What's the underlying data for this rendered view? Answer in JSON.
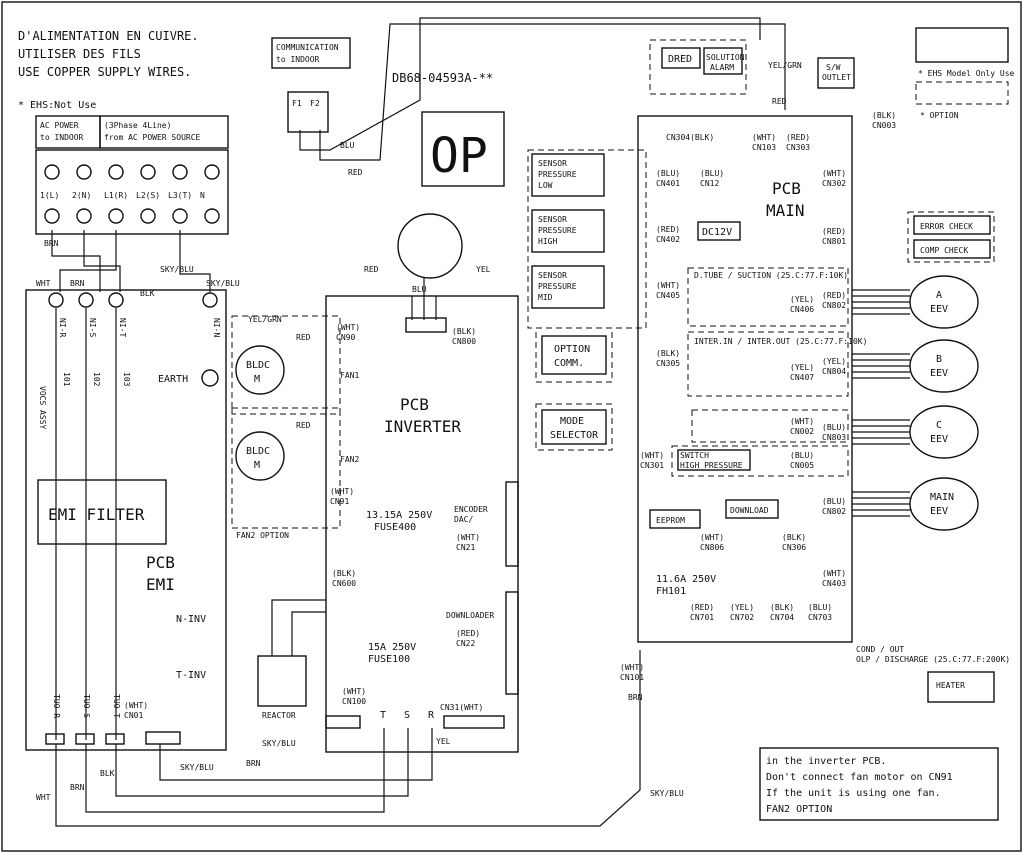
{
  "top_notes": {
    "line1": "D'ALIMENTATION EN CUIVRE.",
    "line2": "UTILISER DES FILS",
    "line3": "USE COPPER SUPPLY WIRES."
  },
  "ehs_not_use": "* EHS:Not Use",
  "part_number": "DB68-04593A-**",
  "ac_power_indoor": "AC POWER\nto INDOOR",
  "ac_power_source": "(3Phase 4Line)\nfrom AC POWER SOURCE",
  "terminals": [
    "1(L)",
    "2(N)",
    "L1(R)",
    "L2(S)",
    "L3(T)",
    "N"
  ],
  "communication": "COMMUNICATION\nto INDOOR",
  "comm_pins": [
    "F1",
    "F2"
  ],
  "inverter_pcb": "PCB\nINVERTER",
  "main_pcb": "PCB\nMAIN",
  "emi_pcb": "PCB\nEMI",
  "emi_filter": "EMI FILTER",
  "fuse_labels": [
    "FUSE400\n13.15A 250V",
    "FUSE100\n15A 250V",
    "FH101\n11.6A 250V"
  ],
  "main_connectors": {
    "cn304": "CN304(BLK)",
    "cn103": "(WHT)\nCN103",
    "cn303": "(RED)\nCN303",
    "cn003": "(BLK)\nCN003",
    "cn302": "(WHT)\nCN302",
    "cn801": "(RED)\nCN801",
    "cn802": "(RED)\nCN802",
    "cn804": "(YEL)\nCN804",
    "cn803": "(BLU)\nCN803",
    "cn802b": "(BLU)\nCN802",
    "cn403": "(WHT)\nCN403",
    "cn806": "(WHT)\nCN806",
    "cn306": "(BLK)\nCN306",
    "cn305": "(BLK)\nCN305",
    "cn301": "(WHT)\nCN301",
    "cn12": "(BLU)\nCN12",
    "cn401": "(BLU)\nCN401",
    "cn402": "(RED)\nCN402",
    "cn405": "(WHT)\nCN405",
    "cn406": "(YEL)\nCN406",
    "cn407": "(YEL)\nCN407",
    "cn002": "(WHT)\nCN002",
    "cn005": "(BLU)\nCN005",
    "cn101": "(WHT)\nCN101",
    "cn701": "(RED)\nCN701",
    "cn702": "(YEL)\nCN702",
    "cn704": "(BLK)\nCN704",
    "cn703": "(BLU)\nCN703"
  },
  "inverter_connectors": {
    "cn90": "(WHT)\nCN90",
    "cn91": "(WHT)\nCN91",
    "cn800": "(BLK)\nCN800",
    "cn21": "(WHT)\nCN21",
    "cn600": "(BLK)\nCN600",
    "cn22": "(RED)\nCN22",
    "cn100": "(WHT)\nCN100",
    "cn31": "CN31(WHT)",
    "cn01": "(WHT)\nCN01"
  },
  "sensors": [
    "SENSOR\nPRESSURE\nLOW",
    "SENSOR\nPRESSURE\nHIGH",
    "SENSOR\nPRESSURE\nMID"
  ],
  "option_comm": "OPTION\nCOMM.",
  "mode_selector": "MODE\nSELECTOR",
  "dred": "DRED",
  "solution_alarm": "SOLUTION\nALARM",
  "sw_outlet": "S/W\nOUTLET",
  "ehs_model_only": "* EHS Model Only Use",
  "option_note": "* OPTION",
  "error_check": "ERROR CHECK",
  "comp_check": "COMP CHECK",
  "eevs": [
    "A\nEEV",
    "B\nEEV",
    "C\nEEV",
    "MAIN\nEEV"
  ],
  "dc12v": "DC12V",
  "eeprom": "EEPROM",
  "download": "DOWNLOAD",
  "temps_d": "D.TUBE / SUCTION (25.C:77.F:10K)",
  "temps_in": "INTER.IN / INTER.OUT (25.C:77.F:10K)",
  "high_pressure_switch": "HIGH PRESSURE\nSWITCH",
  "cond_out": "COND / OUT\nOLP / DISCHARGE (25.C:77.F:200K)",
  "heater": "HEATER",
  "fan_motors": [
    "BLDC\nM",
    "BLDC\nM"
  ],
  "fan_labels": [
    "FAN1",
    "FAN2"
  ],
  "fan2_option": "FAN2 OPTION",
  "reactor": "REACTOR",
  "wire_colors": [
    "RED",
    "BLU",
    "YEL",
    "WHT",
    "BRN",
    "BLK",
    "SKY/BLU",
    "YEL/GRN"
  ],
  "inputs": [
    "N-INV",
    "T-INV"
  ],
  "earth": "EARTH",
  "lines": [
    "TUO-R",
    "TUO-S",
    "TUO-T"
  ],
  "vdcs": "VOCS ASSY",
  "fan2_note": {
    "title": "FAN2 OPTION",
    "l1": "If the unit is using one fan.",
    "l2": "Don't connect fan motor on CN91",
    "l3": "in the inverter PCB."
  },
  "op_logo": "OP",
  "encoder": "ENCODER\nDAC/",
  "downloader": "DOWNLOADER",
  "rst": [
    "T",
    "S",
    "R"
  ],
  "emi_ni": [
    "NI-R",
    "NI-S",
    "NI-T",
    "NI-N"
  ],
  "emi_fuse": [
    "101",
    "102",
    "103"
  ]
}
